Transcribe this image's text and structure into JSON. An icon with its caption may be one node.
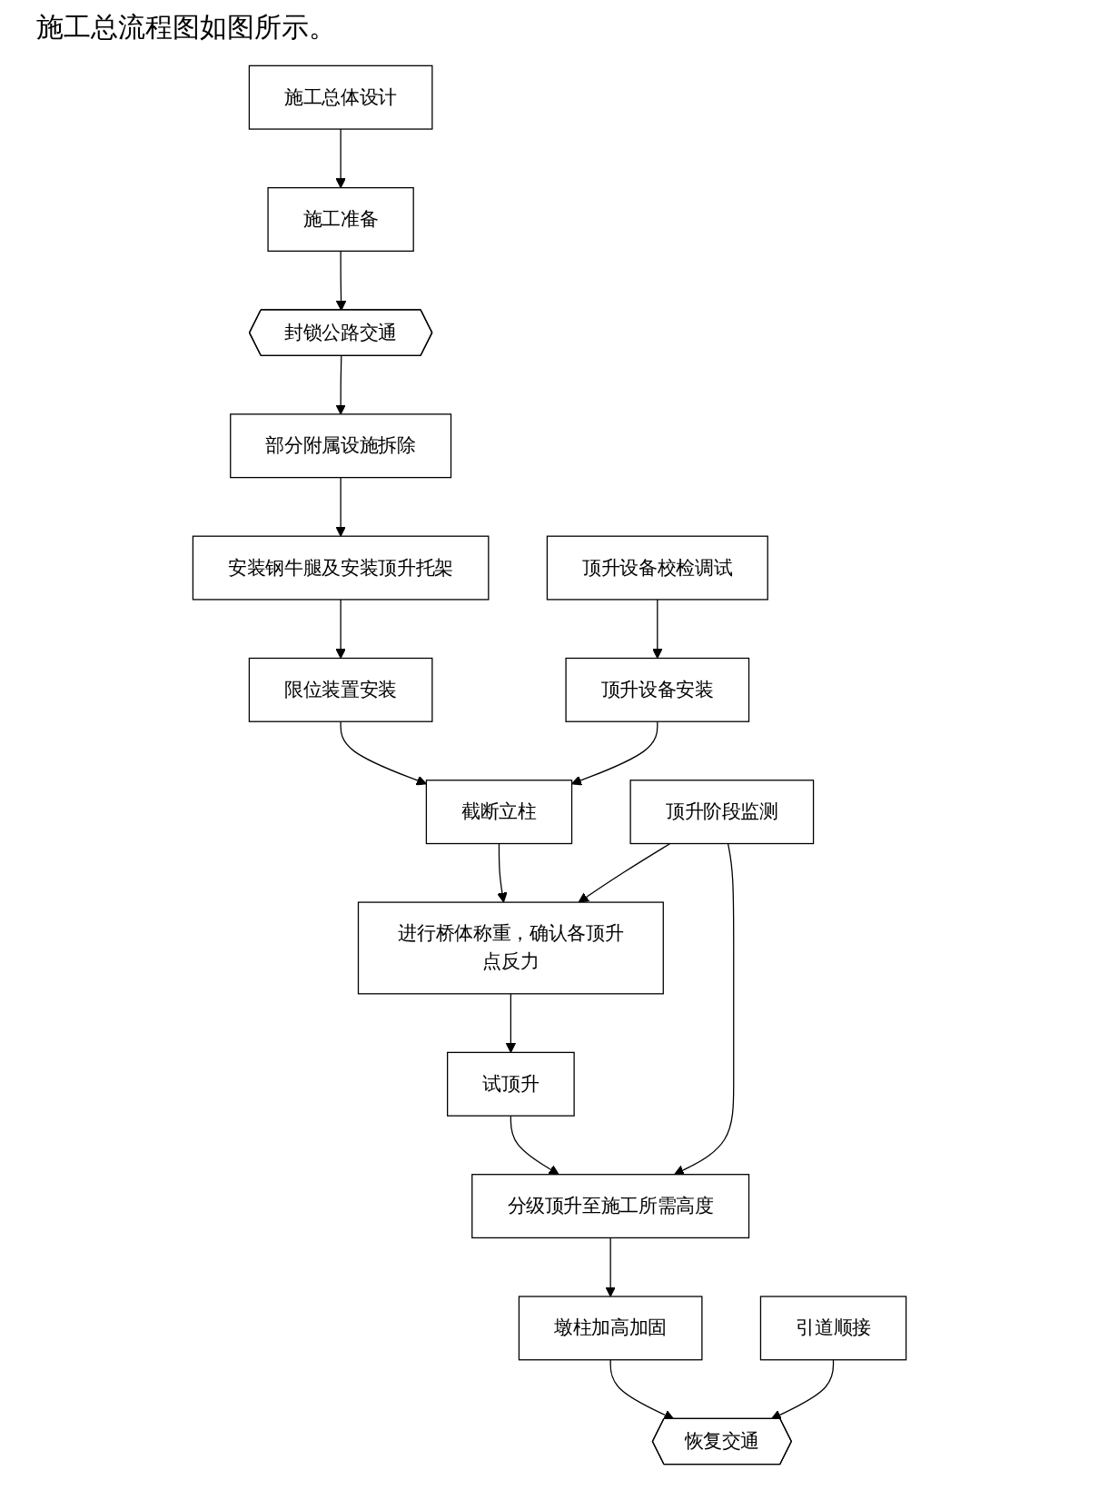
{
  "diagram": {
    "title": "施工总流程图如图所示。",
    "nodes": [
      {
        "text": [
          "施工总体设计"
        ]
      },
      {
        "text": [
          "施工准备"
        ]
      },
      {
        "text": [
          "封锁公路交通"
        ]
      },
      {
        "text": [
          "部分附属设施拆除"
        ]
      },
      {
        "text": [
          "安装钢牛腿及安装顶升托架"
        ]
      },
      {
        "text": [
          "顶升设备校检调试"
        ]
      },
      {
        "text": [
          "限位装置安装"
        ]
      },
      {
        "text": [
          "顶升设备安装"
        ]
      },
      {
        "text": [
          "截断立柱"
        ]
      },
      {
        "text": [
          "进行桥体称重，确认各顶升点反力"
        ]
      },
      {
        "text": [
          "顶升阶段监测"
        ]
      },
      {
        "text": [
          "试顶升"
        ]
      },
      {
        "text": [
          "分级顶升至施工所需高度"
        ]
      },
      {
        "text": [
          "墩柱加高加固"
        ]
      },
      {
        "text": [
          "引道顺接"
        ]
      },
      {
        "text": [
          "恢复交通"
        ]
      }
    ],
    "edges": [
      {
        "from": 0,
        "to": 1,
        "arrow": "to"
      },
      {
        "from": 1,
        "to": 2,
        "arrow": "to"
      },
      {
        "from": 2,
        "to": 3,
        "arrow": "to"
      },
      {
        "from": 3,
        "to": 4,
        "arrow": "to"
      },
      {
        "from": 4,
        "to": 6,
        "arrow": "to"
      },
      {
        "from": 5,
        "to": 7,
        "arrow": "to"
      },
      {
        "from": 6,
        "to": 8,
        "arrow": "to"
      },
      {
        "from": 7,
        "to": 8,
        "arrow": "to"
      },
      {
        "from": 8,
        "to": 9,
        "arrow": "to"
      },
      {
        "from": 10,
        "to": 9,
        "arrow": "to"
      },
      {
        "from": 10,
        "to": 12,
        "arrow": "to"
      },
      {
        "from": 9,
        "to": 11,
        "arrow": "to"
      },
      {
        "from": 11,
        "to": 12,
        "arrow": "to"
      },
      {
        "from": 12,
        "to": 13,
        "arrow": "to"
      },
      {
        "from": 13,
        "to": 15,
        "arrow": "to"
      },
      {
        "from": 14,
        "to": 15,
        "arrow": "to"
      }
    ]
  }
}
